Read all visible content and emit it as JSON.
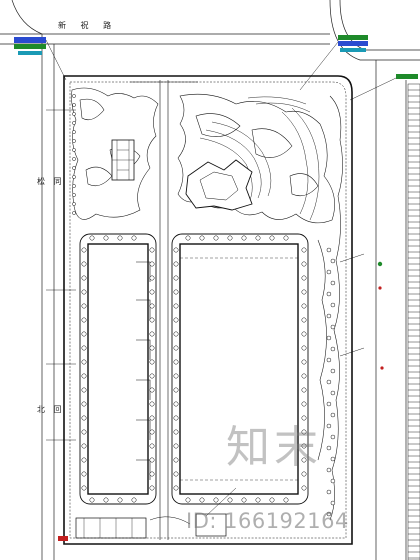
{
  "labels": {
    "street_top": "新 祝 路",
    "street_left_a": "松 同",
    "street_left_b": "北 回"
  },
  "watermark": {
    "brand": "知末",
    "id": "ID: 166192164"
  },
  "colors": {
    "line": "#111111",
    "tag_blue": "#2a4bd0",
    "tag_green": "#1e8a2a",
    "tag_cyan": "#1a9ab5",
    "tag_red": "#c21f1f",
    "watermark": "#8a8a8a"
  }
}
